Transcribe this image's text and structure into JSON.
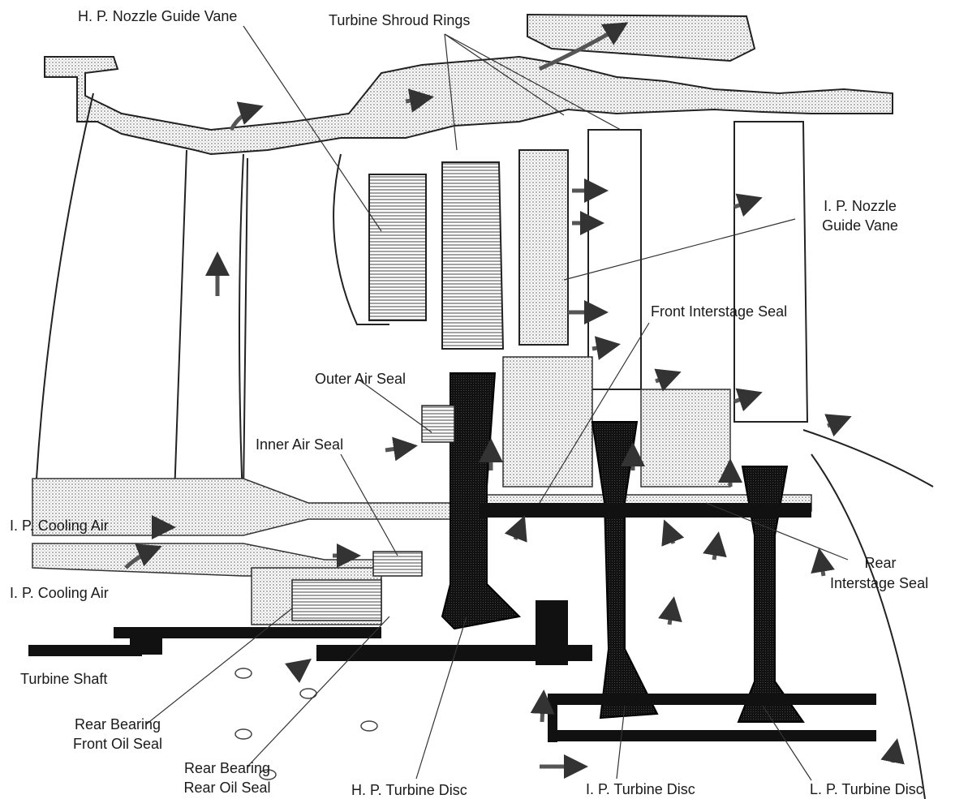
{
  "labels": {
    "hp_nozzle_guide_vane": "H. P. Nozzle Guide Vane",
    "turbine_shroud_rings": "Turbine Shroud Rings",
    "ip_nozzle_guide_vane_1": "I. P. Nozzle",
    "ip_nozzle_guide_vane_2": "Guide Vane",
    "front_interstage_seal": "Front Interstage Seal",
    "outer_air_seal": "Outer Air Seal",
    "inner_air_seal": "Inner Air Seal",
    "ip_cooling_air_upper": "I. P. Cooling Air",
    "ip_cooling_air_lower": "I. P. Cooling Air",
    "rear_interstage_seal_1": "Rear",
    "rear_interstage_seal_2": "Interstage Seal",
    "turbine_shaft": "Turbine Shaft",
    "rear_bearing_front_oil_seal_1": "Rear Bearing",
    "rear_bearing_front_oil_seal_2": "Front Oil Seal",
    "rear_bearing_rear_oil_seal_1": "Rear Bearing",
    "rear_bearing_rear_oil_seal_2": "Rear Oil Seal",
    "hp_turbine_disc": "H. P. Turbine Disc",
    "ip_turbine_disc": "I. P. Turbine Disc",
    "lp_turbine_disc": "L. P. Turbine Disc"
  },
  "colors": {
    "ink": "#1a1a1a",
    "solid": "#111111",
    "stipple": "#bdbdbd",
    "background": "#ffffff"
  }
}
